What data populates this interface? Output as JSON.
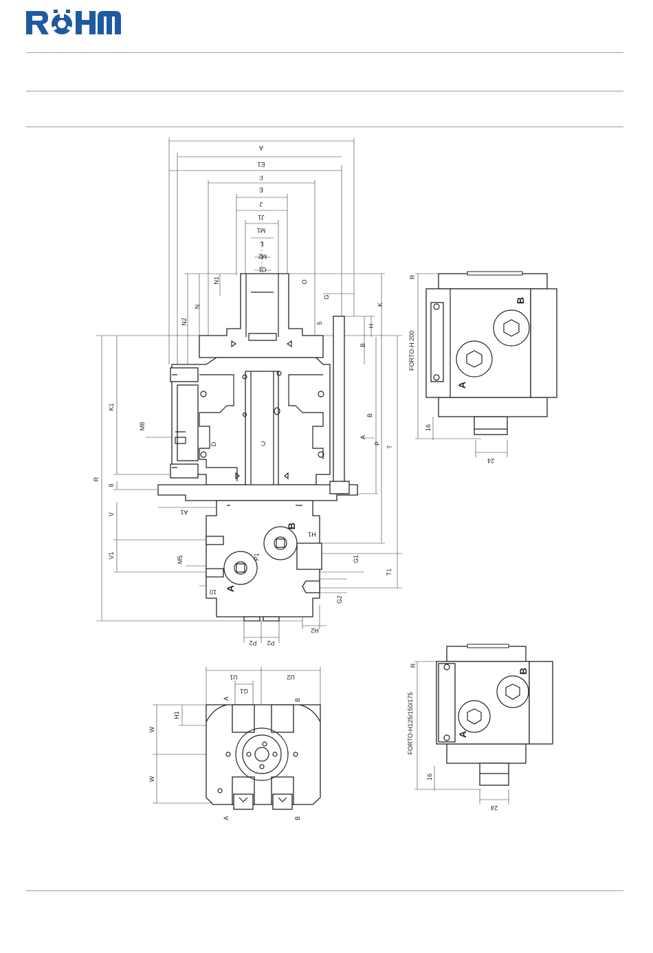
{
  "brand": {
    "logo_text": "RÖHM",
    "color": "#1e5aa0"
  },
  "views": {
    "main_section": {
      "dimensions_top": [
        "A",
        "E1",
        "F",
        "E",
        "J",
        "J1",
        "M1",
        "L",
        "M2",
        "C1"
      ],
      "dimensions_left": [
        "R",
        "K1",
        "8",
        "V",
        "V1",
        "M8",
        "M5",
        "10",
        "N2",
        "N",
        "N1",
        "D",
        "C",
        "A1"
      ],
      "dimensions_right": [
        "O",
        "G",
        "5",
        "H",
        "K",
        "B",
        "B",
        "A",
        "P",
        "T",
        "T1",
        "G1",
        "H1",
        "G2",
        "H2",
        "P1"
      ],
      "dimensions_bottom": [
        "P2",
        "P2"
      ],
      "port_labels": [
        "A",
        "B"
      ]
    },
    "top_right": {
      "label": "FORTO-H 200",
      "dims": [
        "R",
        "16",
        "24"
      ],
      "ports": [
        "A",
        "B"
      ]
    },
    "bottom_left": {
      "dims": [
        "U1",
        "U2",
        "G1",
        "H1",
        "W",
        "W"
      ],
      "ports_top": [
        "A",
        "B"
      ],
      "ports_bottom": [
        "A",
        "B"
      ]
    },
    "bottom_right": {
      "label": "FORTO-H125/150/175",
      "dims": [
        "R",
        "16",
        "24"
      ],
      "ports": [
        "A",
        "B"
      ]
    }
  }
}
